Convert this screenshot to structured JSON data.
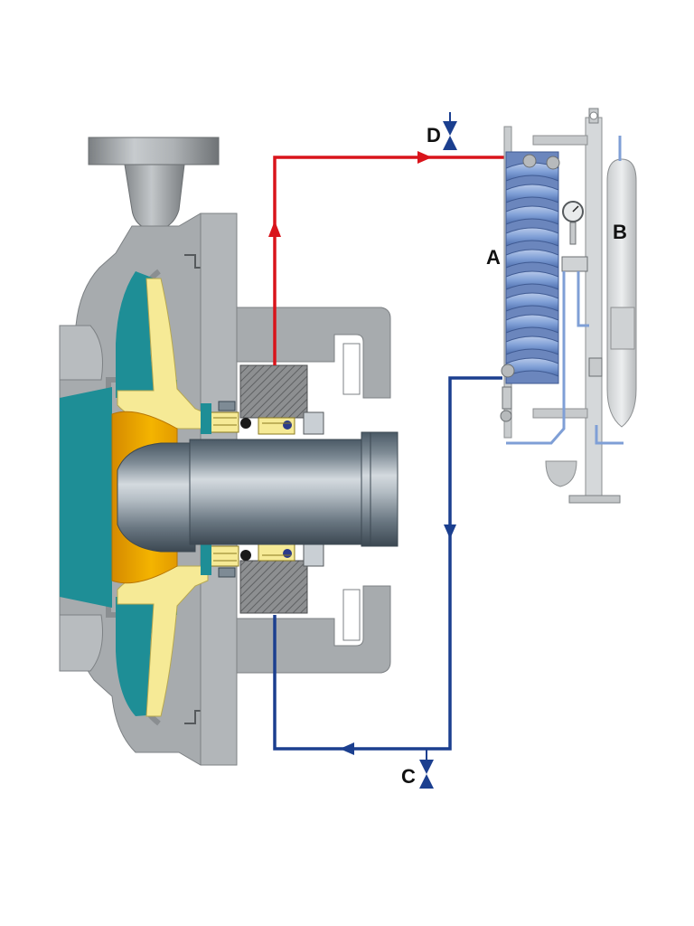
{
  "labels": {
    "a": "A",
    "b": "B",
    "c": "C",
    "d": "D"
  },
  "colors": {
    "supply_line": "#d9141b",
    "return_line": "#1b3f8f",
    "casing": "#a7abae",
    "casing_dark": "#8e9295",
    "impeller": "#f6ea96",
    "volute": "#1e8e96",
    "hub": "#f0a800",
    "shaft_light": "#c9d0d6",
    "shaft_dark": "#4b5a66",
    "coil": "#7f9fd6",
    "valve": "#1b3f8f"
  },
  "icons": {
    "valve_c": "needle-valve-icon",
    "valve_d": "needle-valve-icon",
    "flow_arrow": "flow-arrow-icon"
  }
}
